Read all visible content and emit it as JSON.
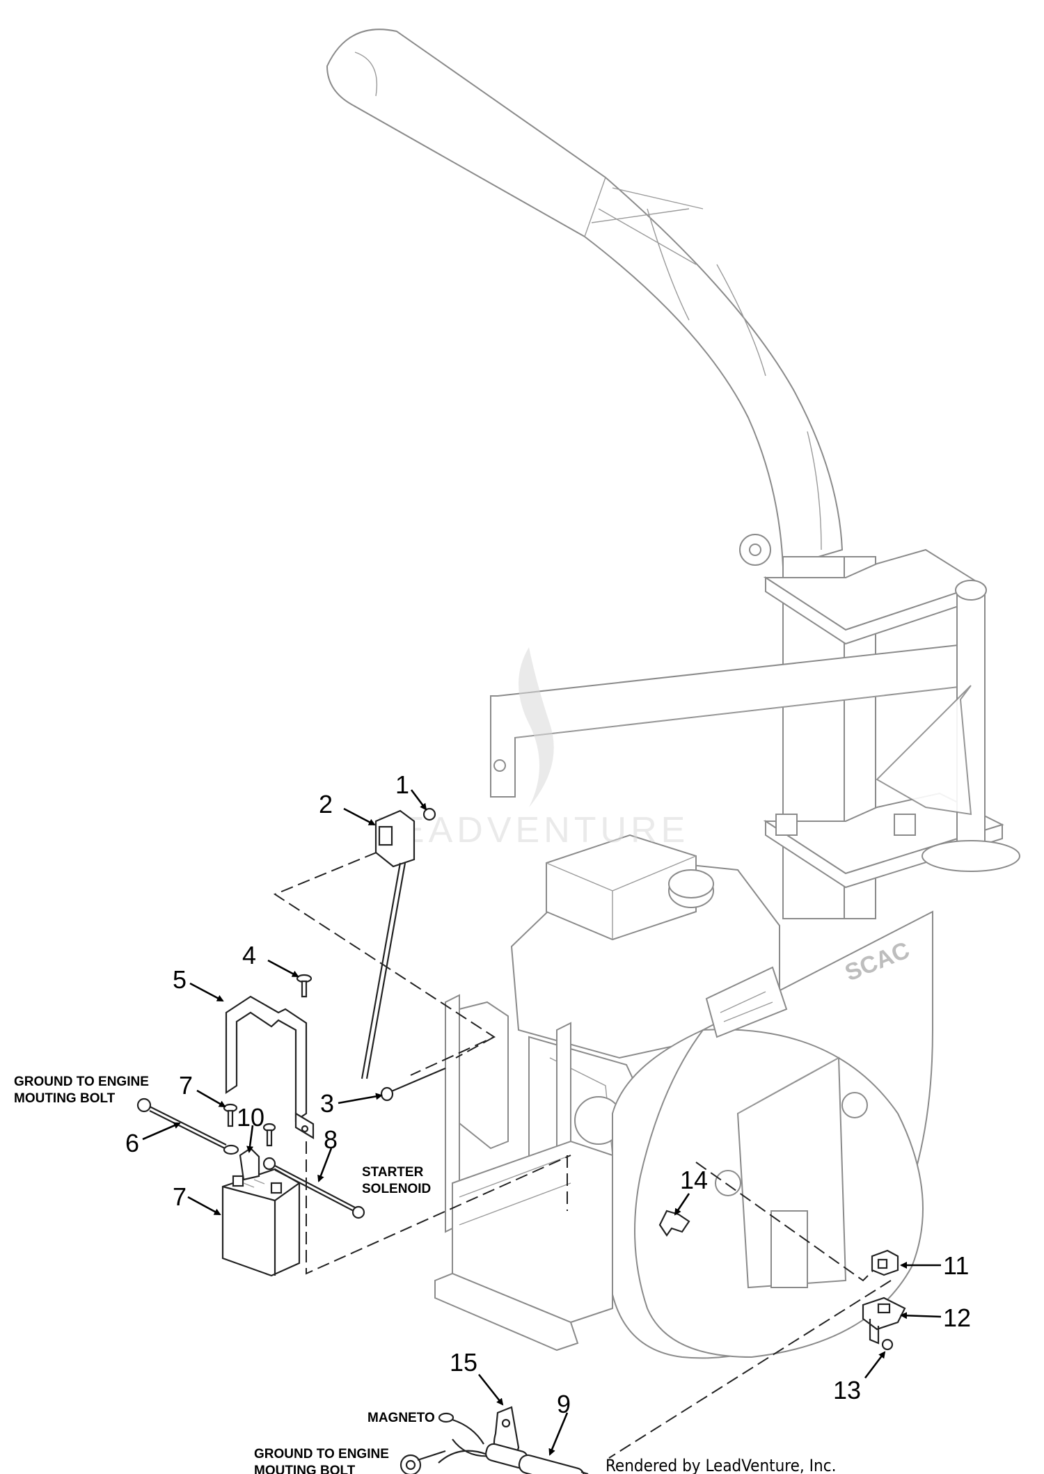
{
  "callouts": {
    "c1": "1",
    "c2": "2",
    "c3": "3",
    "c4": "4",
    "c5": "5",
    "c6": "6",
    "c7a": "7",
    "c7b": "7",
    "c8": "8",
    "c9": "9",
    "c10": "10",
    "c11": "11",
    "c12": "12",
    "c13": "13",
    "c14": "14",
    "c15": "15"
  },
  "notes": {
    "ground_top_line1": "GROUND TO ENGINE",
    "ground_top_line2": "MOUTING BOLT",
    "starter_line1": "STARTER",
    "starter_line2": "SOLENOID",
    "magneto": "MAGNETO",
    "ground_bottom_line1": "GROUND TO ENGINE",
    "ground_bottom_line2": "MOUTING BOLT"
  },
  "brand_plate": "SCAC",
  "watermark": "LEADVENTURE",
  "footer": "Rendered by LeadVenture, Inc."
}
